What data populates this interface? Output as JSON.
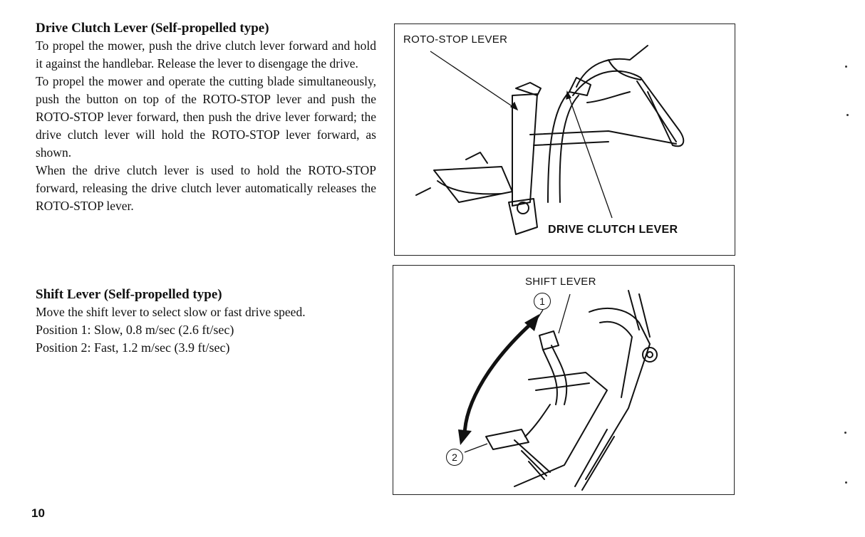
{
  "section1": {
    "heading": "Drive Clutch Lever (Self-propelled type)",
    "p1": "To  propel the mower, push the drive clutch lever forward and hold it against the handlebar. Release the lever to disengage the drive.",
    "p2": "To propel the mower and operate the cutting blade simultaneously, push the button on top of the ROTO-STOP lever and push the ROTO-STOP lever forward, then push the drive lever forward; the drive clutch lever will hold the ROTO-STOP lever forward, as shown.",
    "p3": "When the drive clutch lever is used to hold the ROTO-STOP forward, releasing the drive clutch lever automatically releases the ROTO-STOP lever."
  },
  "section2": {
    "heading": "Shift Lever (Self-propelled type)",
    "intro": "Move the shift lever to select slow or fast drive speed.",
    "position1": "Position 1:  Slow, 0.8 m/sec (2.6 ft/sec)",
    "position2": "Position 2:  Fast,  1.2 m/sec (3.9 ft/sec)"
  },
  "figure1": {
    "label_roto_stop": "ROTO-STOP LEVER",
    "label_drive_clutch": "DRIVE CLUTCH LEVER"
  },
  "figure2": {
    "label_shift": "SHIFT LEVER",
    "callout1": "1",
    "callout2": "2"
  },
  "page_number": "10"
}
